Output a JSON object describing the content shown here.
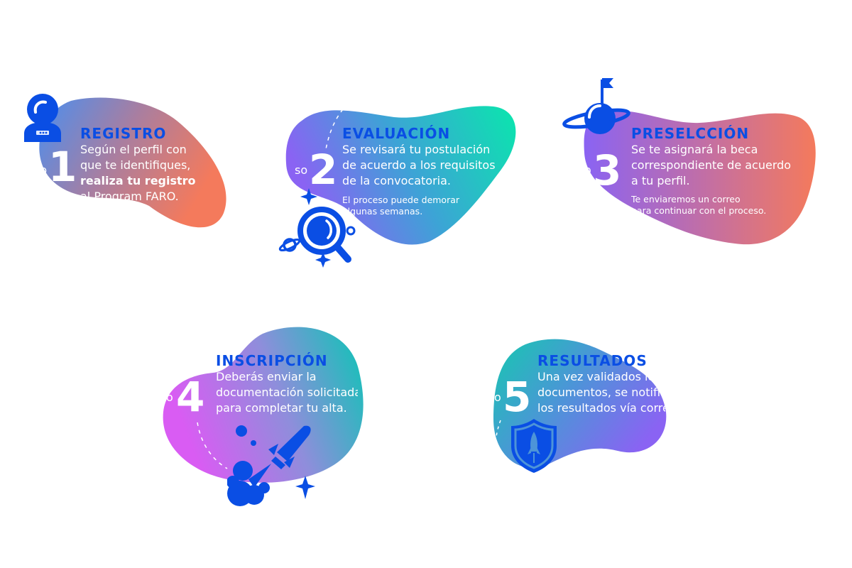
{
  "colors": {
    "accent_blue": "#0a4ee4",
    "step1_gradient": [
      "#4a8ff0",
      "#a97ea0",
      "#f47a5c"
    ],
    "step2_gradient": [
      "#8a63f3",
      "#3da3d6",
      "#0ae6ad"
    ],
    "step3_gradient": [
      "#8a63f3",
      "#c06ea8",
      "#f47a5c"
    ],
    "step4_gradient": [
      "#d95cf3",
      "#8e8edb",
      "#0ac6b5"
    ],
    "step5_gradient": [
      "#16c8b0",
      "#4d94d8",
      "#8a63f3"
    ]
  },
  "steps": [
    {
      "prefix": "so",
      "number": "1",
      "title": "REGISTRO",
      "lines": [
        "Según el perfil con",
        "que te identifiques,"
      ],
      "bold_line": "realiza tu registro",
      "last_line": "al Program FARO.",
      "icon": "astronaut-icon"
    },
    {
      "prefix": "so",
      "number": "2",
      "title": "EVALUACIÓN",
      "lines": [
        "Se revisará tu postulación",
        "de acuerdo a los requisitos",
        "de la convocatoria."
      ],
      "note": [
        "El proceso puede demorar",
        "algunas semanas."
      ],
      "icon": "magnifier-icon"
    },
    {
      "prefix": "o",
      "number": "3",
      "title": "PRESELCCIÓN",
      "lines": [
        "Se te asignará la beca",
        "correspondiente de acuerdo",
        "a tu perfil."
      ],
      "note": [
        "Te enviaremos un correo",
        "para continuar con el proceso."
      ],
      "icon": "planet-flag-icon"
    },
    {
      "prefix": "o",
      "number": "4",
      "title": "INSCRIPCIÓN",
      "lines": [
        "Deberás enviar la",
        "documentación solicitada",
        "para completar tu alta."
      ],
      "icon": "rocket-icon"
    },
    {
      "prefix": "o",
      "number": "5",
      "title": "RESULTADOS",
      "lines": [
        "Una vez validados los",
        "documentos, se notificarán",
        "los resultados vía correo."
      ],
      "icon": "shield-rocket-icon"
    }
  ]
}
